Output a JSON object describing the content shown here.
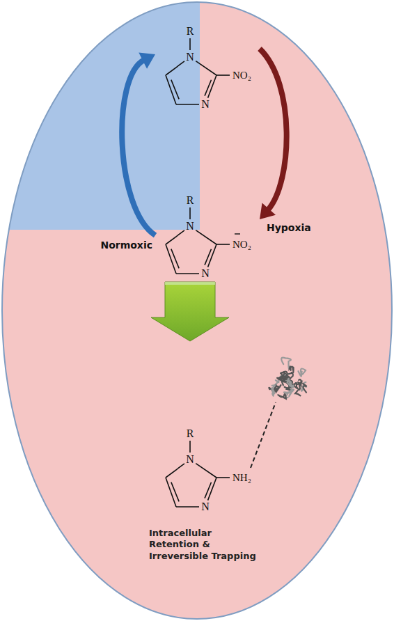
{
  "diagram": {
    "nodes": [
      {
        "text": [
          "R",
          "N",
          "N",
          "NO₂"
        ]
      },
      {
        "text": [
          "R",
          "N",
          "N",
          "NO₂"
        ]
      },
      {
        "text": [
          "R",
          "N",
          "N",
          "NH₂"
        ]
      }
    ],
    "edges": [
      {
        "from": 0,
        "to": 1,
        "arrow": "to",
        "label": "Hypoxia"
      },
      {
        "from": 1,
        "to": 0,
        "arrow": "to",
        "label": "Normoxic"
      },
      {
        "from": 1,
        "to": 2,
        "arrow": "to"
      }
    ],
    "labels": [
      "Intracellular Retention & Irreversible Trapping"
    ]
  }
}
